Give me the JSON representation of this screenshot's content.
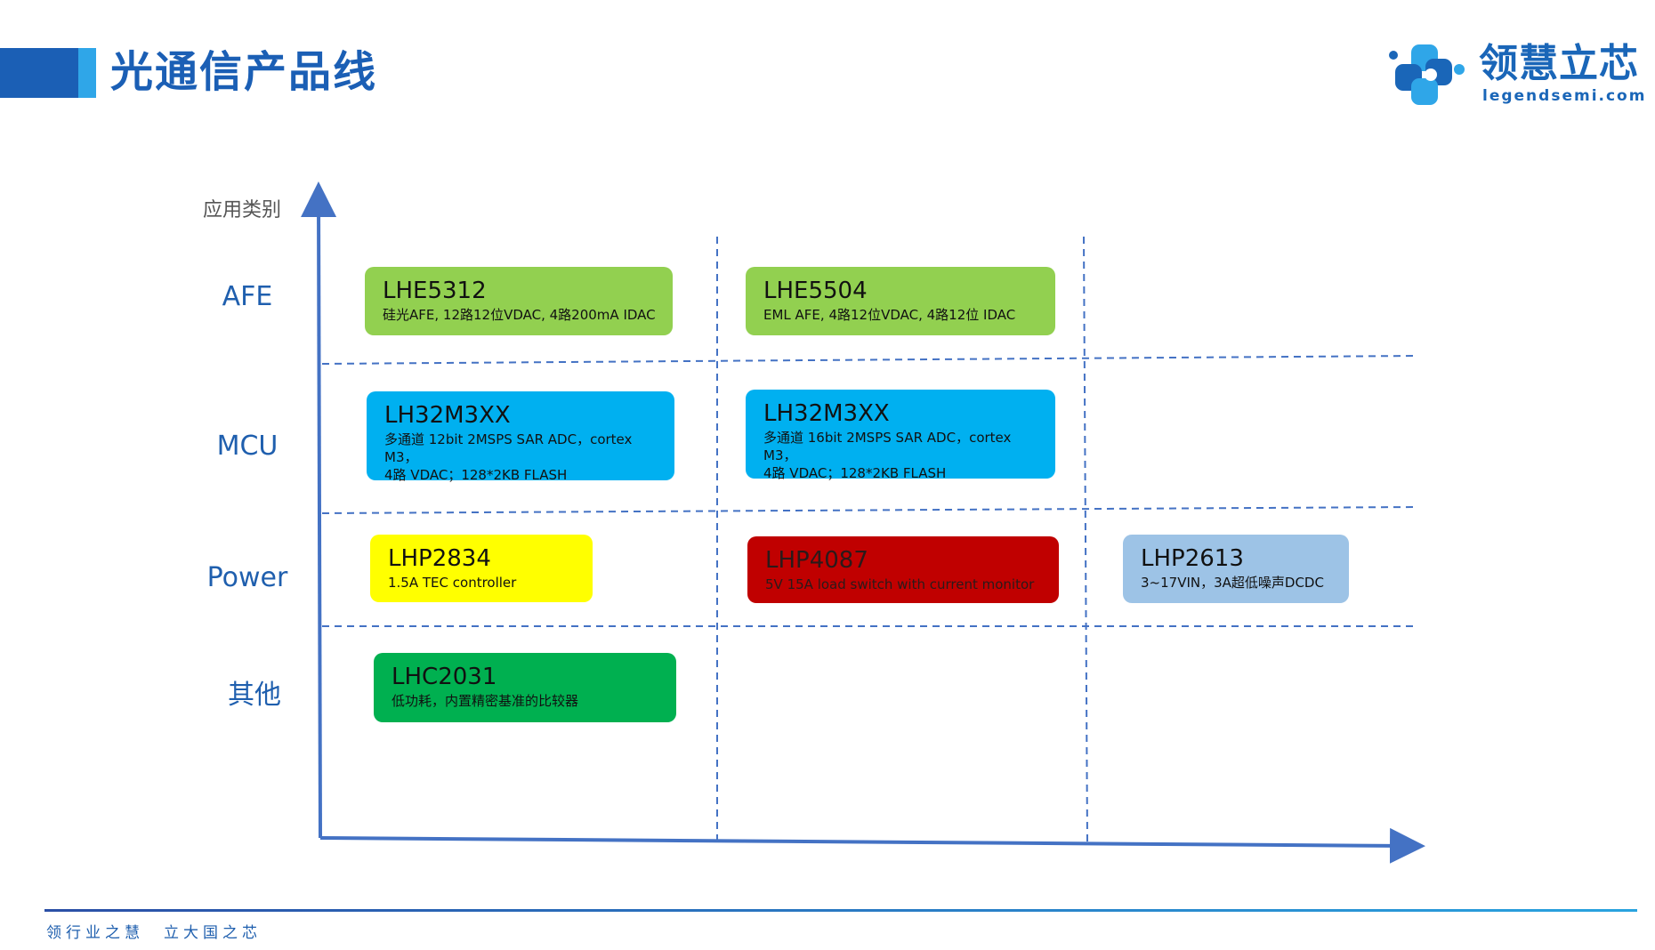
{
  "header": {
    "title": "光通信产品线",
    "logo_text": "领慧立芯",
    "logo_url": "legendsemi.com"
  },
  "axis": {
    "y_label": "应用类别"
  },
  "rows": [
    {
      "label": "AFE"
    },
    {
      "label": "MCU"
    },
    {
      "label": "Power"
    },
    {
      "label": "其他"
    }
  ],
  "products": [
    {
      "name": "LHE5312",
      "desc": "硅光AFE, 12路12位VDAC, 4路200mA IDAC",
      "color": "#92d050"
    },
    {
      "name": "LHE5504",
      "desc": "EML AFE, 4路12位VDAC, 4路12位 IDAC",
      "color": "#92d050"
    },
    {
      "name": "LH32M3XX",
      "desc": "多通道 12bit 2MSPS SAR ADC，cortex M3，\n4路 VDAC；128*2KB FLASH",
      "color": "#00b0f0"
    },
    {
      "name": "LH32M3XX",
      "desc": "多通道 16bit 2MSPS SAR ADC，cortex M3，\n4路 VDAC；128*2KB FLASH",
      "color": "#00b0f0"
    },
    {
      "name": "LHP2834",
      "desc": "1.5A TEC controller",
      "color": "#ffff00"
    },
    {
      "name": "LHP4087",
      "desc": "5V 15A load switch with current monitor",
      "color": "#c00000"
    },
    {
      "name": "LHP2613",
      "desc": "3~17VIN，3A超低噪声DCDC",
      "color": "#9dc3e6"
    },
    {
      "name": "LHC2031",
      "desc": "低功耗，内置精密基准的比较器",
      "color": "#00b050"
    }
  ],
  "footer": {
    "slogan": "领行业之慧　立大国之芯"
  },
  "colors": {
    "brand_blue": "#1b5fb5",
    "accent_blue": "#2fa6e8",
    "axis_blue": "#4472c4"
  }
}
